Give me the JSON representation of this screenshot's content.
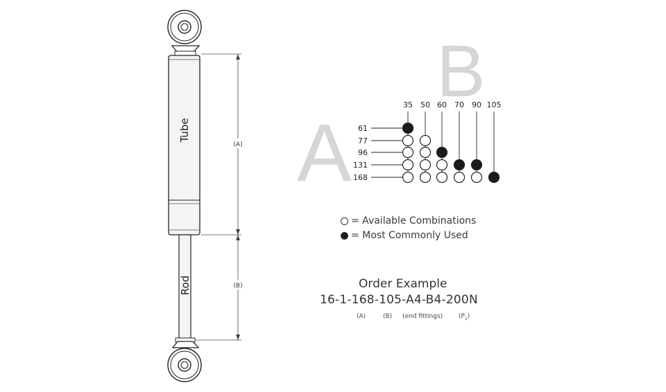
{
  "diagram": {
    "tube_label": "Tube",
    "rod_label": "Rod",
    "dimension_a_label": "(A)",
    "dimension_b_label": "(B)"
  },
  "matrix": {
    "big_a": "A",
    "big_b": "B",
    "columns": [
      "35",
      "50",
      "60",
      "70",
      "90",
      "105"
    ],
    "rows": [
      {
        "label": "61",
        "cells": [
          "filled",
          "",
          "",
          "",
          "",
          ""
        ]
      },
      {
        "label": "77",
        "cells": [
          "available",
          "available",
          "",
          "",
          "",
          ""
        ]
      },
      {
        "label": "96",
        "cells": [
          "available",
          "available",
          "filled",
          "",
          "",
          ""
        ]
      },
      {
        "label": "131",
        "cells": [
          "available",
          "available",
          "available",
          "filled",
          "filled",
          ""
        ]
      },
      {
        "label": "168",
        "cells": [
          "available",
          "available",
          "available",
          "available",
          "available",
          "filled"
        ]
      }
    ]
  },
  "legend": {
    "available": "= Available Combinations",
    "common": "= Most Commonly Used"
  },
  "order": {
    "title": "Order Example",
    "code": "16-1-168-105-A4-B4-200N",
    "part_a": "(A)",
    "part_b": "(B)",
    "part_fittings": "(end fittings)",
    "part_p": "(P",
    "part_p_sub": "1",
    "part_p_close": ")"
  },
  "colors": {
    "ink": "#222222",
    "tube_fill": "#f4f4f4",
    "watermark_letters": "#d6d6d6",
    "filled_dot": "#1b1b1b"
  }
}
